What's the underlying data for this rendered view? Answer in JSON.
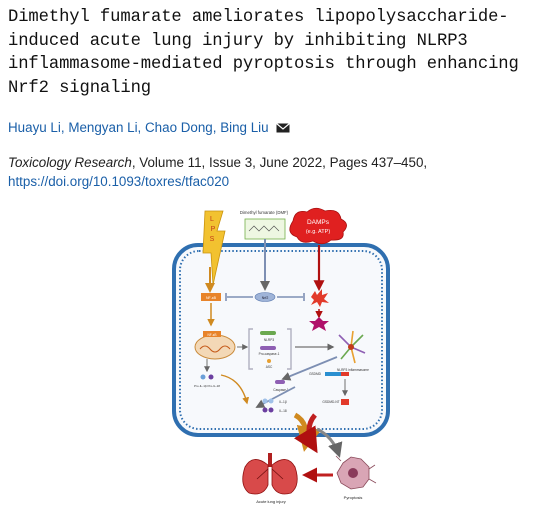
{
  "article": {
    "title_lines": [
      "Dimethyl fumarate ameliorates lipopolysaccharide-",
      "induced acute lung injury by inhibiting NLRP3",
      "inflammasome-mediated pyroptosis through enhancing",
      "Nrf2 signaling"
    ],
    "authors": [
      "Huayu Li",
      "Mengyan Li",
      "Chao Dong",
      "Bing Liu"
    ],
    "journal_name": "Toxicology Research",
    "journal_details": ", Volume 11, Issue 3, June 2022, Pages 437–450,",
    "doi": "https://doi.org/10.1093/toxres/tfac020"
  },
  "figure": {
    "dmf_label": "Dimethyl fumarate (DMF)",
    "lps_letters": [
      "L",
      "P",
      "S"
    ],
    "damps_line1": "DAMPs",
    "damps_line2": "(e.g. ATP)",
    "nfkb_1": "NF-κB",
    "nfkb_2": "NF-κB",
    "nrf2": "Nrf2",
    "nlrp3": "NLRP3",
    "pro_caspase": "Pro-caspase-1",
    "asc": "ASC",
    "inflammasome": "NLRP3 inflammasome",
    "pro_il": "Pro-IL-1β Pro-IL-18",
    "gsdmd": "GSDMD",
    "caspase": "Caspase-1",
    "gsdmd_nt": "GSDMD-NT",
    "il1b": "IL-1β",
    "il18": "IL-18",
    "acute_lung_injury": "Acute lung injury",
    "pyroptosis": "Pyroptosis"
  },
  "colors": {
    "link": "#1a5fa8",
    "membrane": "#2f6fb0",
    "lps": "#f2c230",
    "damps": "#e02020",
    "nfkb": "#e8842a",
    "inhibit": "#7d8fb3"
  }
}
